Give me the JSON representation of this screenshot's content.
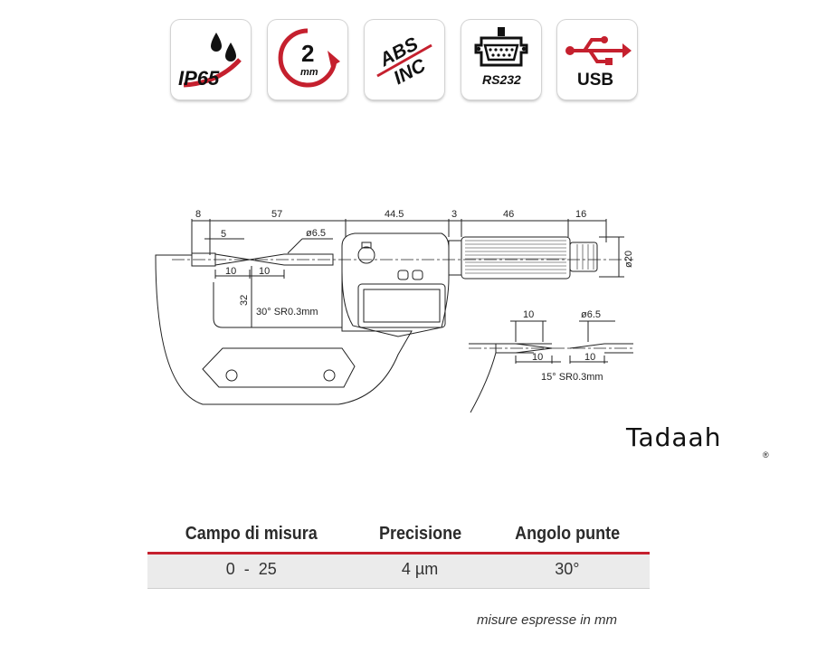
{
  "badges": [
    {
      "icon": "water-drops-icon",
      "label": "IP65"
    },
    {
      "icon": "rotation-arrow-icon",
      "label": "2",
      "sublabel": "mm"
    },
    {
      "icon": "abs-inc-icon",
      "line1": "ABS",
      "line2": "INC"
    },
    {
      "icon": "serial-port-icon",
      "label": "RS232"
    },
    {
      "icon": "usb-icon",
      "label": "USB"
    }
  ],
  "drawing": {
    "top_dims": [
      "8",
      "57",
      "44.5",
      "3",
      "46",
      "16"
    ],
    "tip_length": "5",
    "tip_flat_left": "10",
    "tip_flat_right": "10",
    "spindle_diameter": "ø6.5",
    "height_32": "32",
    "tip_angle_label": "30° SR0.3mm",
    "thimble_diameter": "ø20",
    "detail_top_left": "10",
    "detail_top_right": "ø6.5",
    "detail_bottom_left": "10",
    "detail_bottom_right": "10",
    "detail_angle_label": "15° SR0.3mm"
  },
  "brand": {
    "name": "Tadaah",
    "mark": "®"
  },
  "colors": {
    "accent": "#c5202e"
  },
  "specs": {
    "headers": [
      "Campo di misura",
      "Precisione",
      "Angolo punte"
    ],
    "values": [
      "0  -  25",
      "4 µm",
      "30°"
    ]
  },
  "footnote": "misure espresse in mm"
}
